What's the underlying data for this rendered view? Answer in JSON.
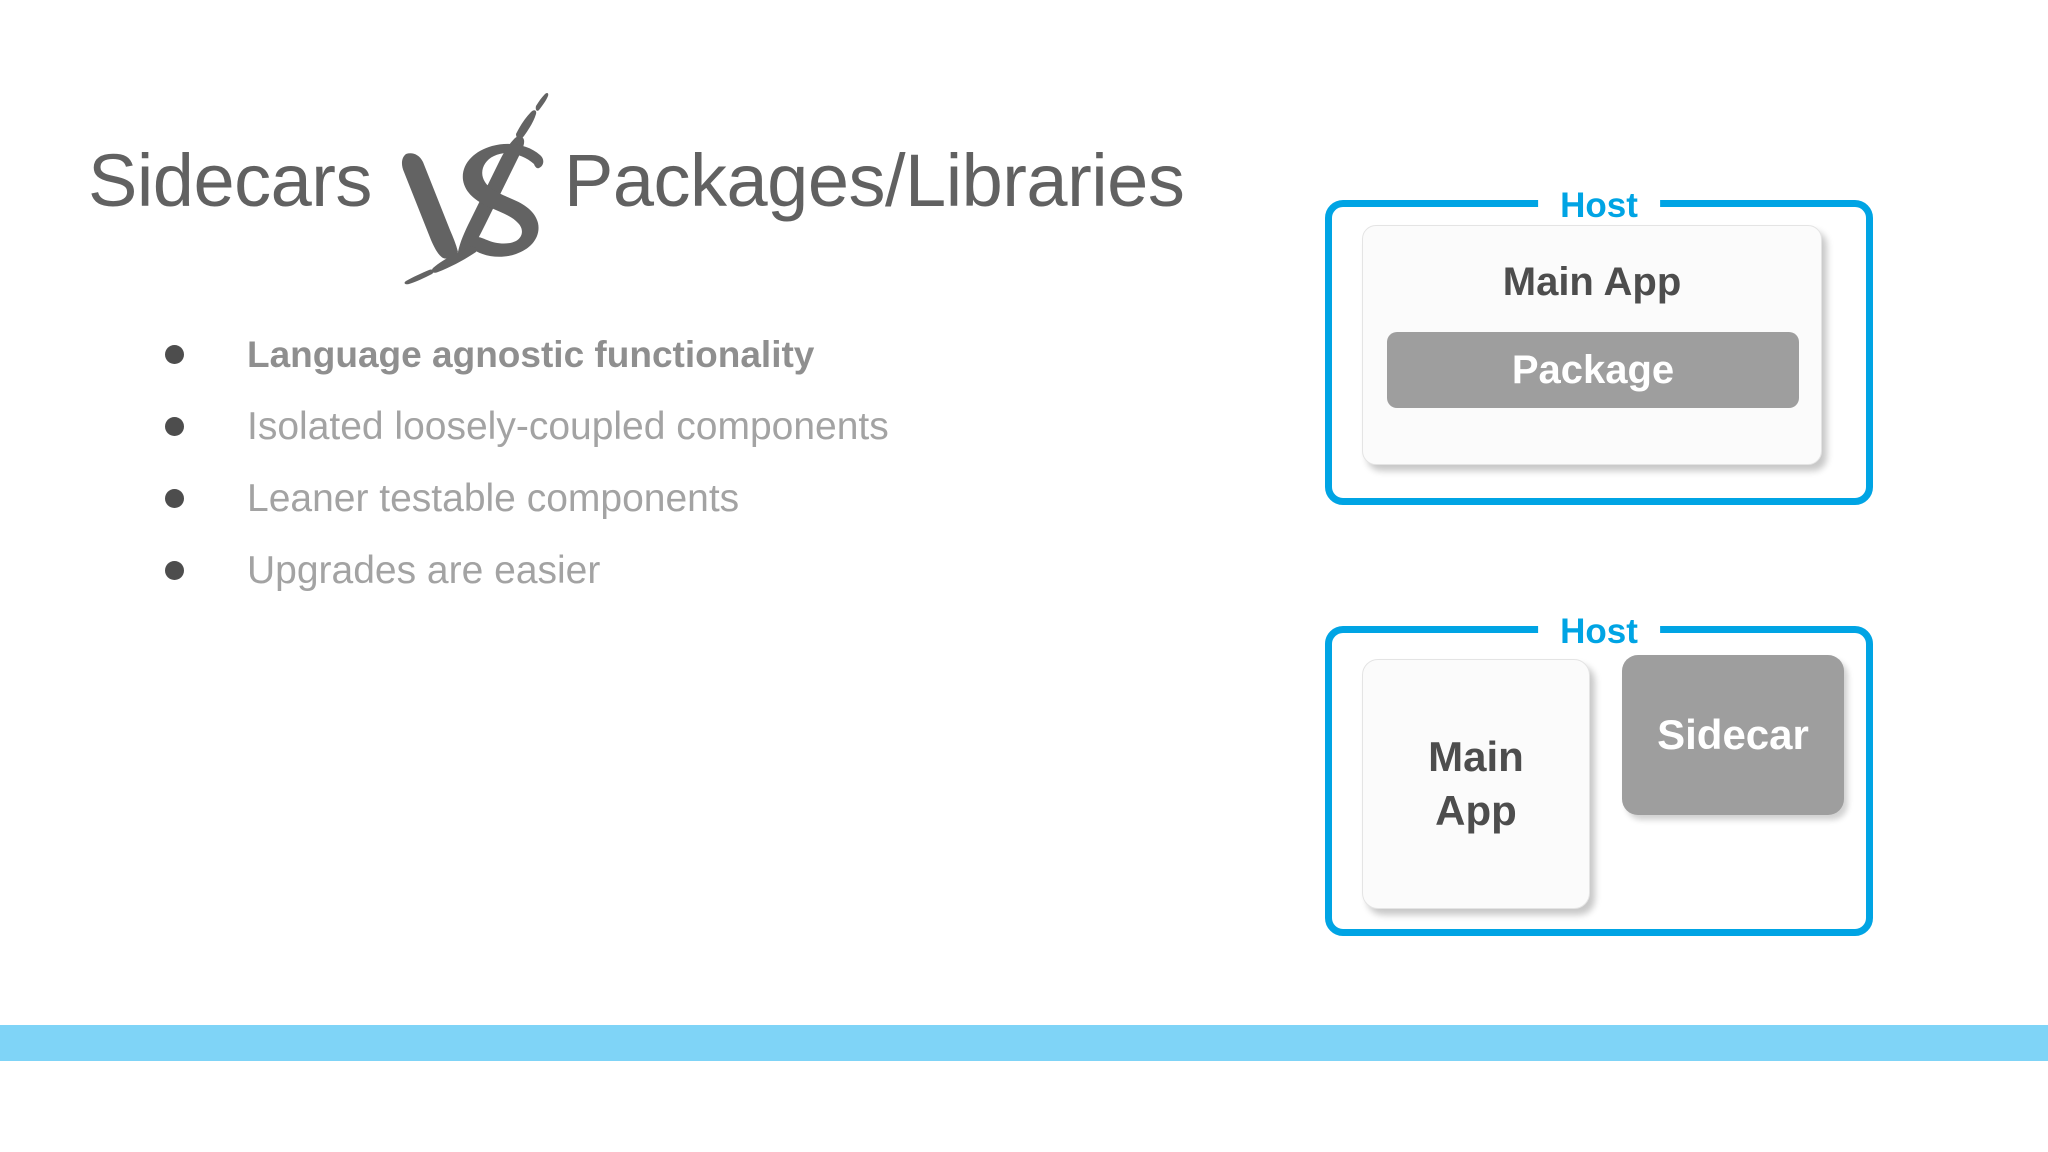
{
  "slide": {
    "title": {
      "left_text": "Sidecars",
      "vs_mark": "vs-brush-mark",
      "right_text": "Packages/Libraries"
    },
    "bullets": [
      {
        "text": "Language agnostic functionality",
        "emphasis": true
      },
      {
        "text": "Isolated loosely-coupled components",
        "emphasis": false
      },
      {
        "text": "Leaner testable components",
        "emphasis": false
      },
      {
        "text": "Upgrades are easier",
        "emphasis": false
      }
    ],
    "diagrams": [
      {
        "host_label": "Host",
        "main_app_label": "Main App",
        "inner_label": "Package"
      },
      {
        "host_label": "Host",
        "main_app_label": "Main App",
        "main_app_line1": "Main",
        "main_app_line2": "App",
        "inner_label": "Sidecar"
      }
    ],
    "colors": {
      "accent_blue": "#00a4e4",
      "footer_blue": "#7fd4f7",
      "title_gray": "#616161",
      "bullet_gray": "#a3a3a3",
      "bullet_emphasis_gray": "#8f8f8f",
      "dot_gray": "#4d4d4d",
      "box_gray": "#9e9e9e",
      "card_text_gray": "#4d4d4d"
    }
  }
}
